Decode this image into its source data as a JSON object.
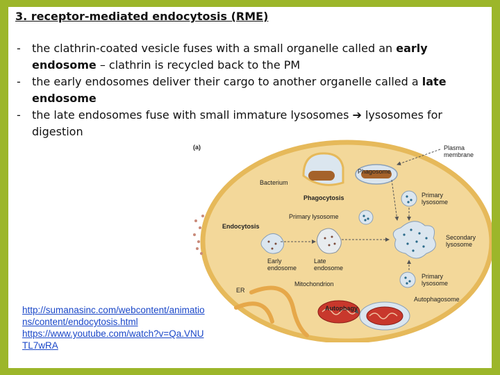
{
  "title": "3. receptor-mediated endocytosis (RME)",
  "bullets": [
    {
      "dash": "-",
      "t1": "the clathrin-coated vesicle fuses with a small organelle called an ",
      "b1": "early",
      "b2": "endosome",
      "t2": " – clathrin is recycled back to the PM"
    },
    {
      "dash": "-",
      "t1": "the early endosomes deliver their cargo to another organelle called a ",
      "b1": "late",
      "b2": "endosome",
      "t2": ""
    },
    {
      "dash": "-",
      "t1": "the late endosomes fuse with small immature lysosomes ",
      "arrow": "➔",
      "t2": " lysosomes for",
      "t3": "digestion"
    }
  ],
  "figure": {
    "panel": "(a)",
    "labels": {
      "plasma_membrane_1": "Plasma",
      "plasma_membrane_2": "membrane",
      "phagosome": "Phagosome",
      "bacterium": "Bacterium",
      "phagocytosis": "Phagocytosis",
      "primary_lysosome_top_1": "Primary",
      "primary_lysosome_top_2": "lysosome",
      "primary_lysosome_mid": "Primary lysosome",
      "endocytosis": "Endocytosis",
      "secondary_lysosome_1": "Secondary",
      "secondary_lysosome_2": "lysosome",
      "early_endosome_1": "Early",
      "early_endosome_2": "endosome",
      "late_endosome_1": "Late",
      "late_endosome_2": "endosome",
      "primary_lysosome_bottom_1": "Primary",
      "primary_lysosome_bottom_2": "lysosome",
      "er": "ER",
      "mitochondrion": "Mitochondrion",
      "autophagosome": "Autophagosome",
      "autophagy": "Autophagy"
    }
  },
  "links": [
    "http://sumanasinc.com/webcontent/animatio",
    "ns/content/endocytosis.html",
    "https://www.youtube.com/watch?v=Qa.VNU",
    "TL7wRA"
  ],
  "colors": {
    "frame": "#9cb62a",
    "cytoplasm": "#f3d89a",
    "membrane": "#e6b95a",
    "bacterium": "#a5622a",
    "vesicle": "#dbe6ef",
    "mitochondrion": "#c8382c",
    "link": "#1a47c8"
  }
}
